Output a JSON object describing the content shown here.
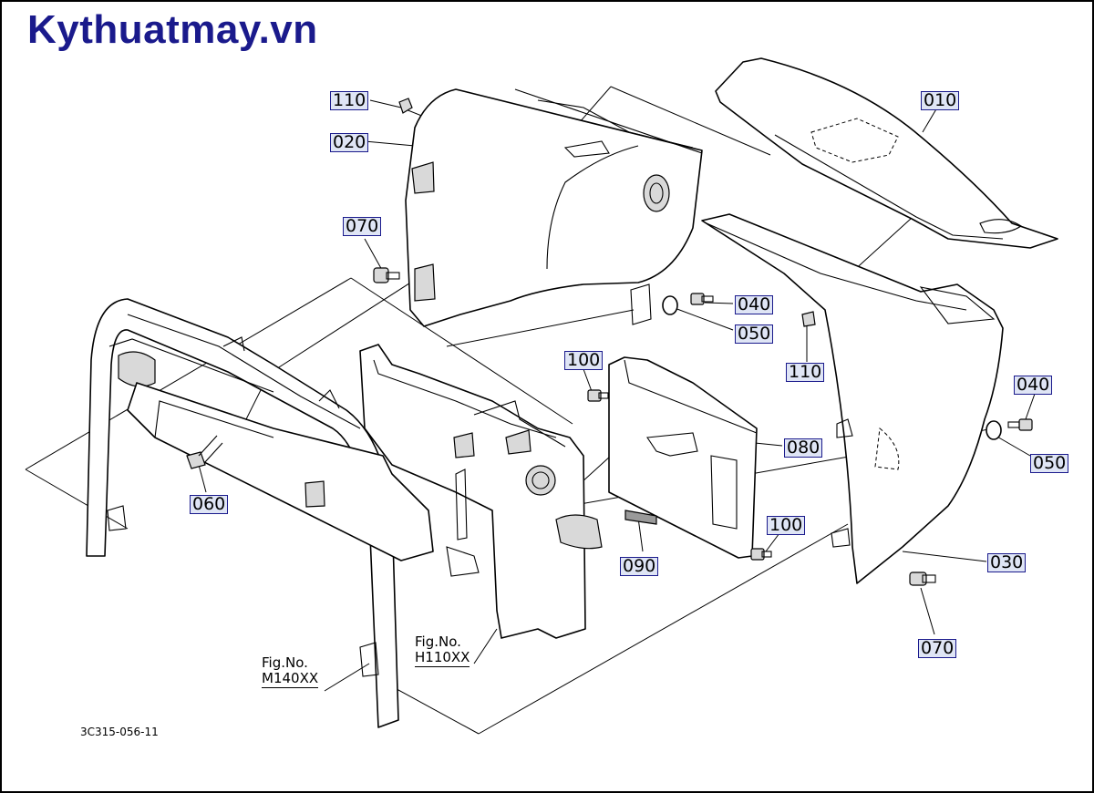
{
  "brand": "Kythuatmay.vn",
  "drawing_code": "3C315-056-11",
  "labels": {
    "p010": "010",
    "p020": "020",
    "p030": "030",
    "p040a": "040",
    "p040b": "040",
    "p050a": "050",
    "p050b": "050",
    "p060": "060",
    "p070a": "070",
    "p070b": "070",
    "p080": "080",
    "p090": "090",
    "p100a": "100",
    "p100b": "100",
    "p110a": "110",
    "p110b": "110"
  },
  "refs": {
    "m140_line1": "Fig.No.",
    "m140_line2": "M140XX",
    "h110_line1": "Fig.No.",
    "h110_line2": "H110XX"
  }
}
